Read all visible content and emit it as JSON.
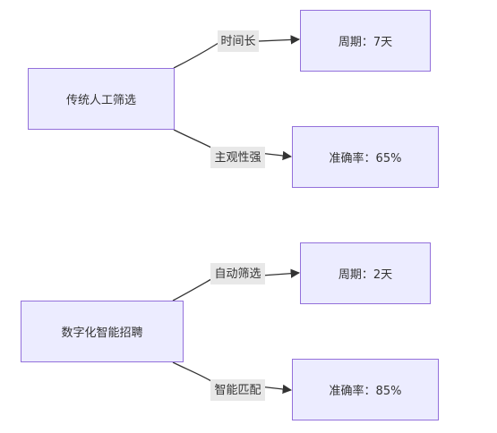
{
  "diagram": {
    "nodes": {
      "traditional": "传统人工筛选",
      "traditional_cycle": "周期：7天",
      "traditional_accuracy": "准确率：65%",
      "digital": "数字化智能招聘",
      "digital_cycle": "周期：2天",
      "digital_accuracy": "准确率：85%"
    },
    "edges": {
      "traditional_to_cycle": "时间长",
      "traditional_to_accuracy": "主观性强",
      "digital_to_cycle": "自动筛选",
      "digital_to_accuracy": "智能匹配"
    }
  },
  "colors": {
    "node_fill": "#ECECFF",
    "node_border": "#9370DB",
    "edge_line": "#333333",
    "edge_label_bg": "#E8E8E8"
  }
}
